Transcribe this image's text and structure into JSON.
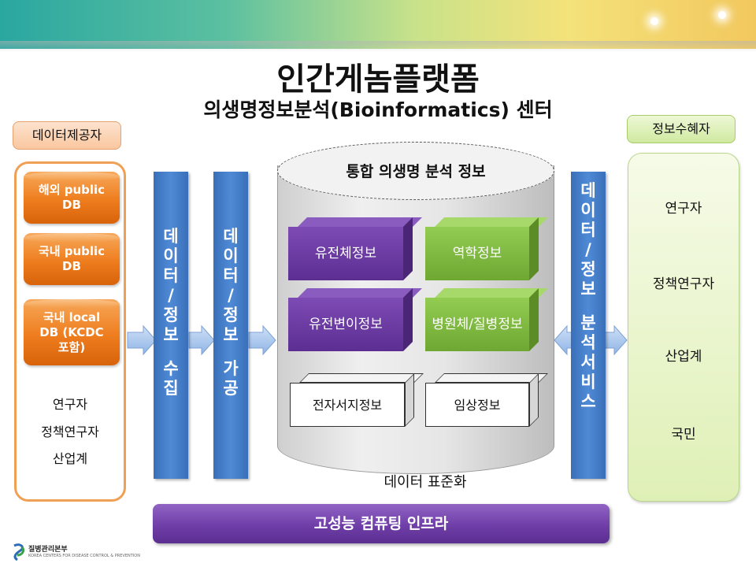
{
  "title": "인간게놈플랫폼",
  "subtitle": "의생명정보분석(Bioinformatics) 센터",
  "provider": {
    "tag": "데이터제공자",
    "databases": [
      "해외 public DB",
      "국내 public DB",
      "국내 local DB (KCDC 포함)"
    ],
    "people": [
      "연구자",
      "정책연구자",
      "산업계"
    ]
  },
  "stages": {
    "collect": "데이터/정보 수집",
    "process": "데이터/정보 가공",
    "service": "데이터/정보 분석서비스"
  },
  "integrated": {
    "title": "통합 의생명 분석 정보",
    "items": [
      "유전체정보",
      "역학정보",
      "유전변이정보",
      "병원체/질병정보",
      "전자서지정보",
      "임상정보"
    ],
    "footer": "데이터 표준화"
  },
  "receiver": {
    "tag": "정보수혜자",
    "people": [
      "연구자",
      "정책연구자",
      "산업계",
      "국민"
    ]
  },
  "infrastructure": "고성능 컴퓨팅 인프라",
  "logo": {
    "name": "질병관리본부",
    "sub": "KOREA CENTERS FOR DISEASE CONTROL & PREVENTION"
  },
  "colors": {
    "provider_accent": "#ee7d1e",
    "stage_bar": "#3a6fb8",
    "genome_box": "#6a3a9e",
    "epi_box": "#7cb83a",
    "receiver_accent": "#cfe9a0",
    "infra": "#6f3ea8"
  }
}
